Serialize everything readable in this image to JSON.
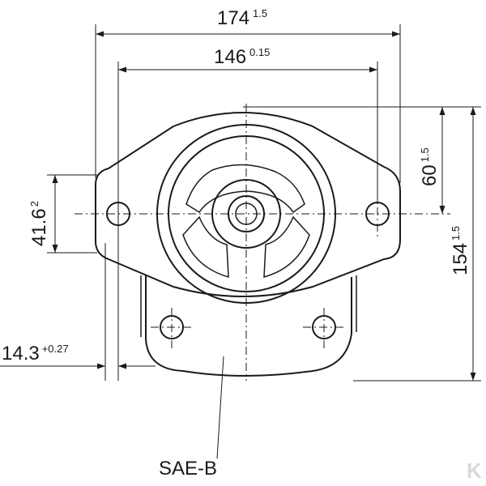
{
  "dimensions": {
    "overall_width": {
      "value": "174",
      "tolerance": "1.5"
    },
    "bolt_spacing": {
      "value": "146",
      "tolerance": "0.15"
    },
    "upper_height": {
      "value": "60",
      "tolerance": "1.5"
    },
    "overall_height": {
      "value": "154",
      "tolerance": "1.5"
    },
    "flange_height": {
      "value": "41.6",
      "tolerance": "2"
    },
    "offset": {
      "value": "14.3",
      "tolerance": "+0.27"
    }
  },
  "labels": {
    "mount_standard": "SAE-B"
  },
  "colors": {
    "line": "#1a1a1a",
    "logo": "#d9d9d9"
  }
}
